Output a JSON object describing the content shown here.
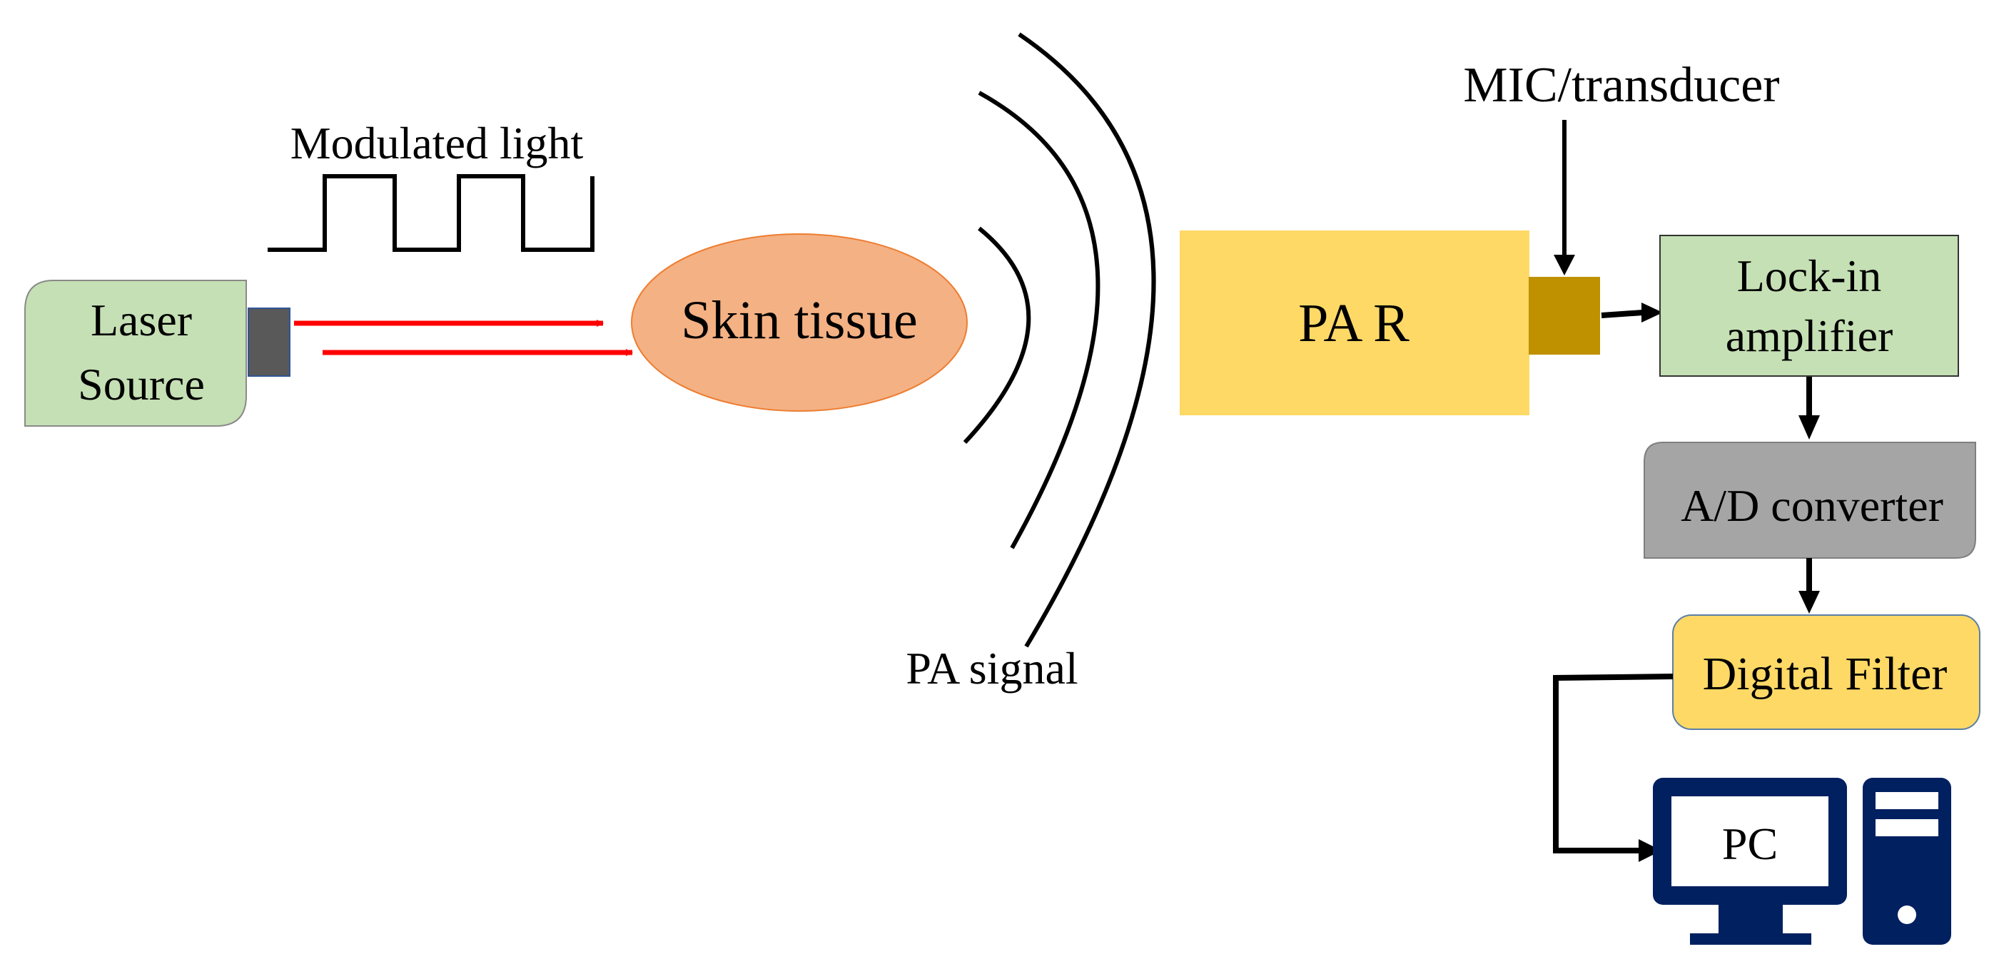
{
  "labels": {
    "laser_line1": "Laser",
    "laser_line2": "Source",
    "modulated_light": "Modulated light",
    "skin_tissue": "Skin tissue",
    "pa_signal": "PA signal",
    "par": "PA R",
    "mic": "MIC/transducer",
    "lockin_line1": "Lock-in",
    "lockin_line2": "amplifier",
    "adc": "A/D converter",
    "filter": "Digital Filter",
    "pc": "PC"
  },
  "colors": {
    "laser_fill": "#c5e0b4",
    "lockin_fill": "#c5e0b4",
    "skin_fill": "#f4b183",
    "skin_stroke": "#ed7d31",
    "par_fill": "#ffd966",
    "filter_fill": "#ffd966",
    "filter_stroke": "#5b7fa5",
    "adc_fill": "#a5a5a5",
    "transducer_fill": "#bf9000",
    "laser_aperture": "#595959",
    "beam": "#ff0000",
    "pc_icon": "#002060",
    "line": "#000000"
  },
  "icons": {
    "waveform": "square-wave-icon",
    "pc": "desktop-computer-icon"
  }
}
